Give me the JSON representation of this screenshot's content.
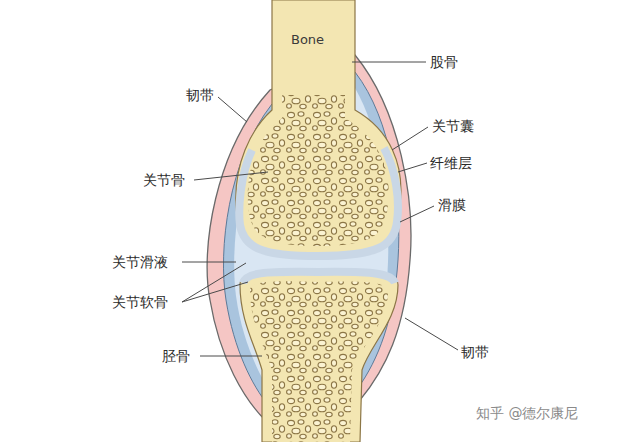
{
  "diagram": {
    "labels": [
      "Bone",
      "股骨",
      "韧带",
      "关节囊",
      "纤维层",
      "关节骨",
      "滑膜",
      "关节滑液",
      "关节软骨",
      "胫骨",
      "韧带",
      "知乎 @德尔康尼"
    ]
  }
}
